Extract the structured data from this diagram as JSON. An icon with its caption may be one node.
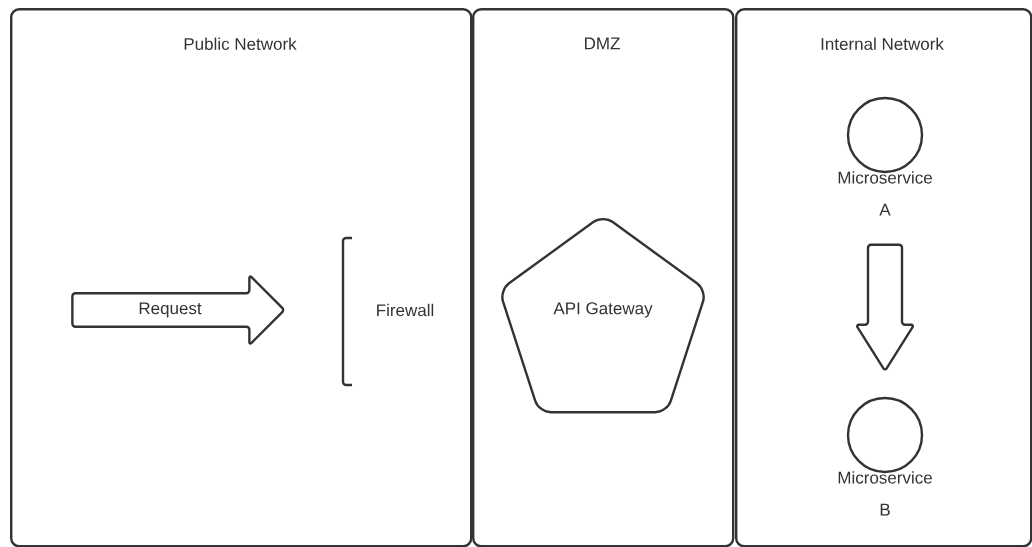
{
  "diagram": {
    "nodes": [
      {
        "text": [
          "Public Network"
        ]
      },
      {
        "text": [
          "DMZ"
        ]
      },
      {
        "text": [
          "Internal Network"
        ]
      },
      {
        "text": [
          "Request"
        ],
        "in": 0
      },
      {
        "text": [
          "Firewall"
        ],
        "in": 0
      },
      {
        "text": [
          "API Gateway"
        ],
        "in": 1
      },
      {
        "text": [
          "Microservice A"
        ],
        "in": 2
      },
      {
        "text": [
          "Microservice B"
        ],
        "in": 2
      }
    ],
    "edges": [
      {
        "from": 6,
        "to": 7,
        "arrow": "to"
      }
    ]
  }
}
